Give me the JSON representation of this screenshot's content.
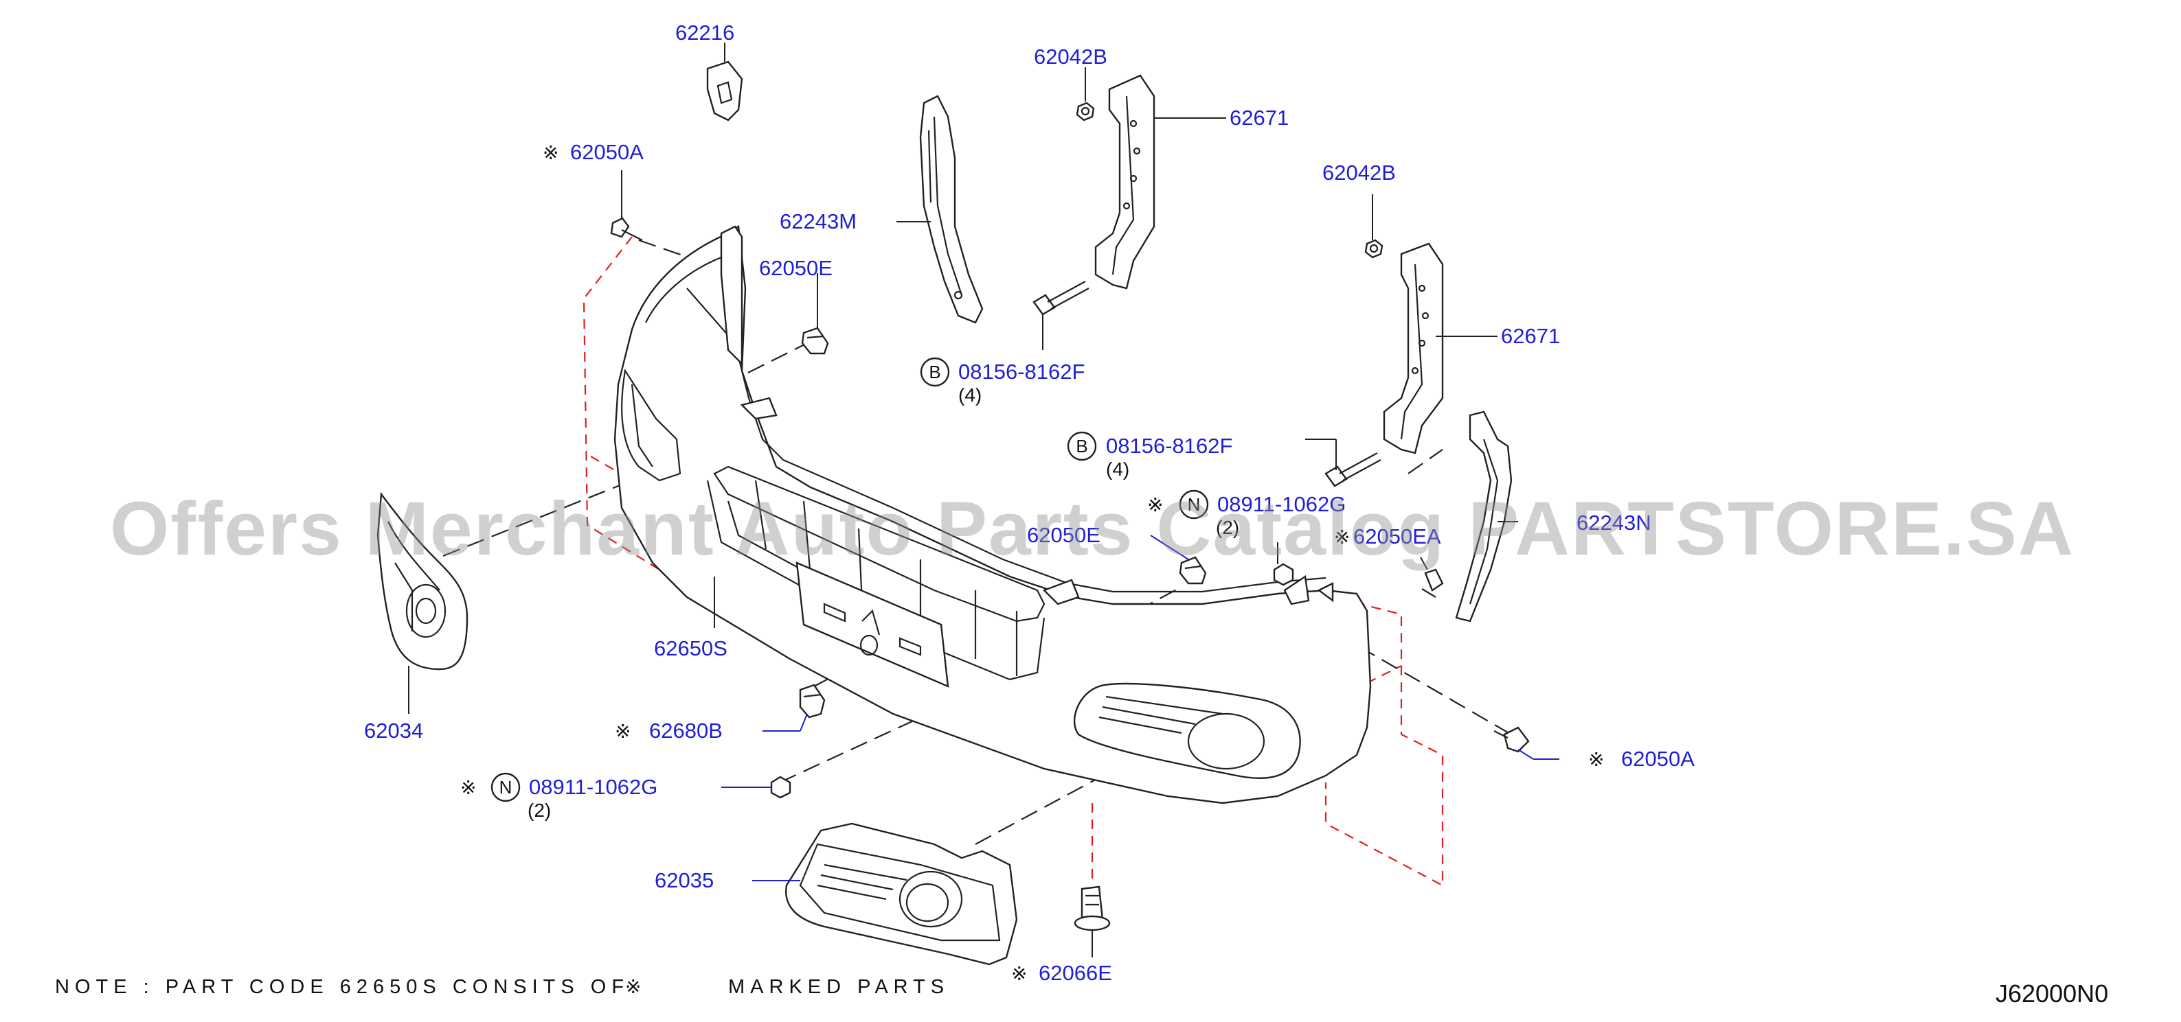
{
  "diagram_code": "J62000N0",
  "note": {
    "text_before": "NOTE : PART CODE 62650S CONSITS OF",
    "symbol": "※",
    "text_after": "MARKED PARTS"
  },
  "watermark": "Offers Merchant Auto Parts Catalog PARTSTORE.SA",
  "symbols": {
    "kome": "※",
    "circle_b": "B",
    "circle_n": "N"
  },
  "labels": {
    "p62216": "62216",
    "p62050A_top": "62050A",
    "p62243M": "62243M",
    "p62050E_top": "62050E",
    "p62042B_1": "62042B",
    "p62671_1": "62671",
    "p62042B_2": "62042B",
    "p62671_2": "62671",
    "bolt_1": "08156-8162F",
    "bolt_1_qty": "(4)",
    "bolt_2": "08156-8162F",
    "bolt_2_qty": "(4)",
    "nut_right": "08911-1062G",
    "nut_right_qty": "(2)",
    "p62050E_mid": "62050E",
    "p62050EA": "62050EA",
    "p62243N": "62243N",
    "p62650S": "62650S",
    "p62034": "62034",
    "p62680B": "62680B",
    "nut_left": "08911-1062G",
    "nut_left_qty": "(2)",
    "p62050A_right": "62050A",
    "p62035": "62035",
    "p62066E": "62066E"
  }
}
